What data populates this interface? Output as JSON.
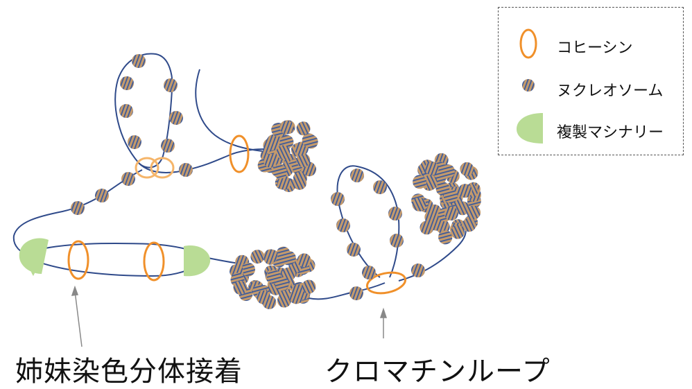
{
  "legend": {
    "items": [
      {
        "symbol": "cohesin-icon",
        "label": "コヒーシン"
      },
      {
        "symbol": "nucleosome-icon",
        "label": "ヌクレオソーム"
      },
      {
        "symbol": "replication-machinery-icon",
        "label": "複製マシナリー"
      }
    ]
  },
  "captions": {
    "sister_chromatid_cohesion": "姉妹染色分体接着",
    "chromatin_loop": "クロマチンループ"
  },
  "colors": {
    "dna_strand": "#2f4a8a",
    "cohesin_ring": "#f0902a",
    "cohesin_ring_light": "#f5b56a",
    "nucleosome_fill": "#c49a6c",
    "nucleosome_stripe": "#3a5a9c",
    "replication_machinery": "#b9dc95",
    "pointer_arrow": "#888888",
    "legend_border": "#555555"
  }
}
